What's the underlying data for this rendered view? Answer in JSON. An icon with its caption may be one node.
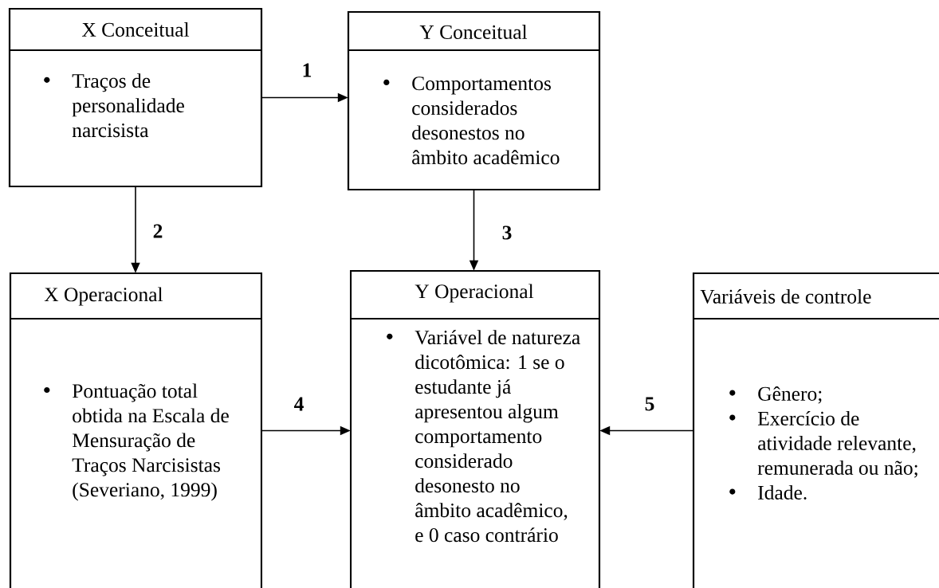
{
  "diagram": {
    "nodes": [
      {
        "text": [
          "X Conceitual",
          "Traços de personalidade narcisista"
        ]
      },
      {
        "text": [
          "Y Conceitual",
          "Comportamentos considerados desonestos no âmbito acadêmico"
        ]
      },
      {
        "text": [
          "X Operacional",
          "Pontuação total obtida na Escala de Mensuração de Traços Narcisistas (Severiano, 1999)"
        ]
      },
      {
        "text": [
          "Y Operacional",
          "Variável de natureza dicotômica: 1 se o estudante já apresentou algum comportamento considerado desonesto no âmbito acadêmico, e 0 caso contrário"
        ]
      },
      {
        "text": [
          "Variáveis de controle",
          "Gênero;",
          "Exercício de atividade relevante, remunerada ou não;",
          "Idade."
        ]
      }
    ],
    "edges": [
      {
        "from": 0,
        "to": 1,
        "arrow": "to",
        "label": "1"
      },
      {
        "from": 0,
        "to": 2,
        "arrow": "to",
        "label": "2"
      },
      {
        "from": 1,
        "to": 3,
        "arrow": "to",
        "label": "3"
      },
      {
        "from": 2,
        "to": 3,
        "arrow": "to",
        "label": "4"
      },
      {
        "from": 4,
        "to": 3,
        "arrow": "to",
        "label": "5"
      }
    ]
  }
}
